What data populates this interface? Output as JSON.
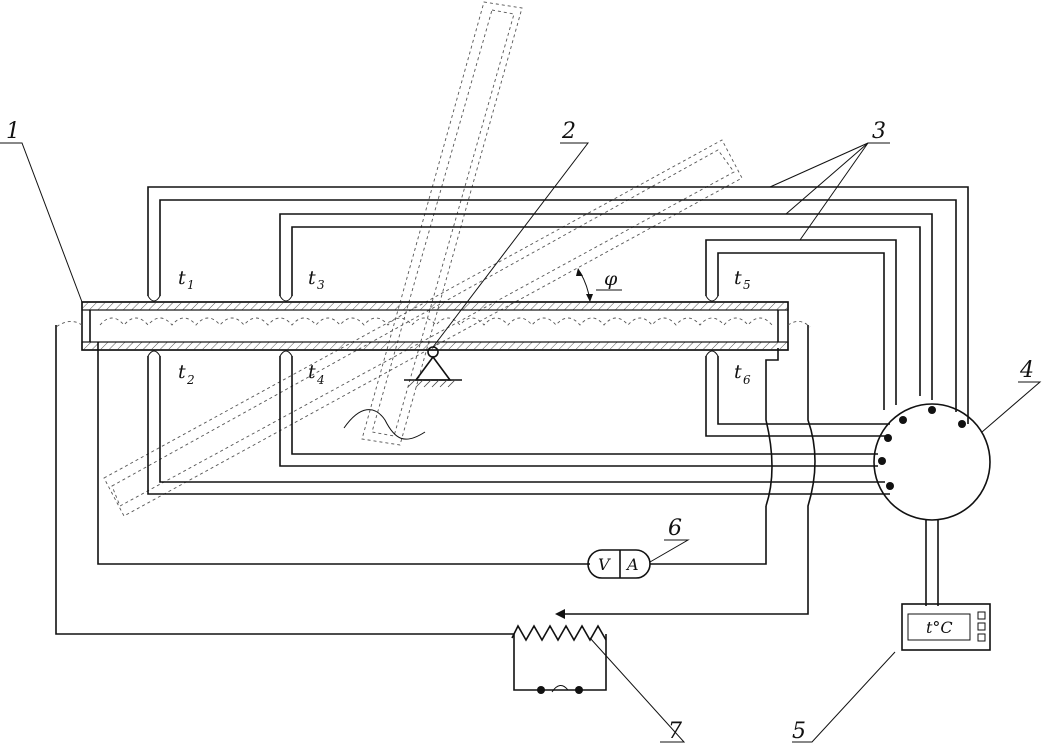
{
  "labels": {
    "part_1": "1",
    "part_2": "2",
    "part_3": "3",
    "part_4": "4",
    "part_5": "5",
    "part_6": "6",
    "part_7": "7"
  },
  "sensors": [
    {
      "symbol": "t",
      "index": "1"
    },
    {
      "symbol": "t",
      "index": "2"
    },
    {
      "symbol": "t",
      "index": "3"
    },
    {
      "symbol": "t",
      "index": "4"
    },
    {
      "symbol": "t",
      "index": "5"
    },
    {
      "symbol": "t",
      "index": "6"
    }
  ],
  "angle_symbol": "φ",
  "meter": {
    "left": "V",
    "right": "A"
  },
  "thermometer_display": "t°C"
}
